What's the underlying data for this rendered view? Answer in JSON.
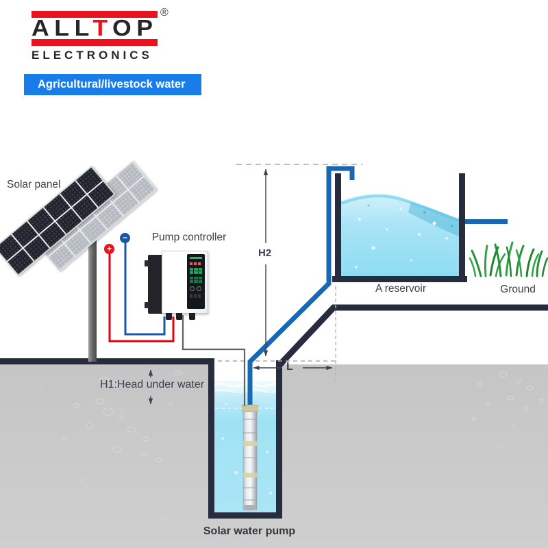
{
  "brand": {
    "logo": {
      "part1": "ALL",
      "part2": "T",
      "part3": "OP",
      "line2": "ELECTRONICS",
      "registered": "®"
    },
    "banner_text": "Agricultural/livestock water"
  },
  "diagram": {
    "labels": {
      "solar_panel": "Solar panel",
      "pump_controller": "Pump controller",
      "h2": "H2",
      "h1_head": "H1:Head under water",
      "length": "L",
      "reservoir": "A reservoir",
      "ground": "Ground",
      "solar_water_pump": "Solar water pump"
    },
    "terminals": {
      "positive": "+",
      "negative": "−"
    },
    "colors": {
      "brand_red": "#e8131d",
      "banner_blue": "#187de8",
      "pipe_blue": "#1769b3",
      "wire_red": "#e3000f",
      "wire_blue": "#1b55a5",
      "structure_navy": "#272c3f",
      "ground_gray": "#c7c7c8",
      "water_cyan": "#9fe2f4",
      "grass_green": "#2b9c3e"
    }
  }
}
